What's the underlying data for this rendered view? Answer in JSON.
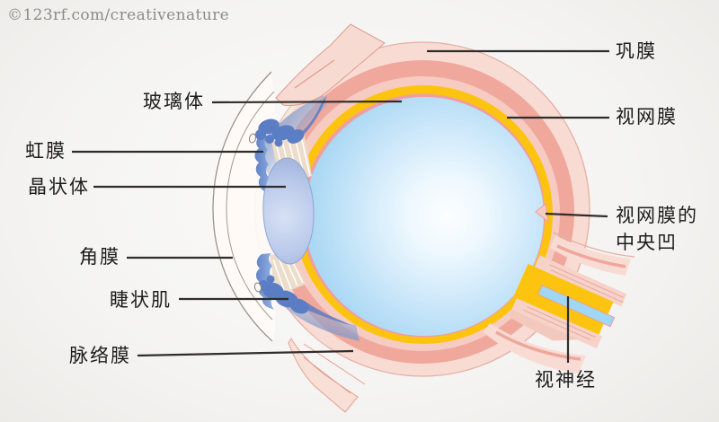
{
  "watermark": "©123rf.com/creativenature",
  "figure": {
    "description": "Labeled cross-section diagram of the human eye",
    "labels": {
      "vitreous_body": "玻璃体",
      "iris": "虹膜",
      "lens": "晶状体",
      "cornea": "角膜",
      "ciliary_muscle": "睫状肌",
      "choroid": "脉络膜",
      "sclera": "巩膜",
      "retina": "视网膜",
      "fovea_line1": "视网膜的",
      "fovea_line2": "中央凹",
      "optic_nerve": "视神经"
    },
    "colors": {
      "background": "#f4f3f1",
      "sclera_fill": "#f8dcd4",
      "sclera_edge": "#e5afa2",
      "choroid_fill": "#f0a89d",
      "inner_pink": "#f6cbc2",
      "retina_yellow": "#fdc40f",
      "inner_ring_pink": "#ef9f9f",
      "vitreous_edge": "#abd8f4",
      "vitreous_center": "#fbfeff",
      "iris_blue": "#6b8bcc",
      "ciliary_blue": "#5b7dc4",
      "lens_fill": "#b2c2e6",
      "zonule_tan": "#ecdcc9",
      "optic_nerve_core_blue": "#9ed8f5",
      "nerve_sheath_pink": "#f6d2c8",
      "label_text": "#1c1c1c",
      "leader_line": "#2e2d2c",
      "watermark_text": "#8b8b89"
    }
  }
}
